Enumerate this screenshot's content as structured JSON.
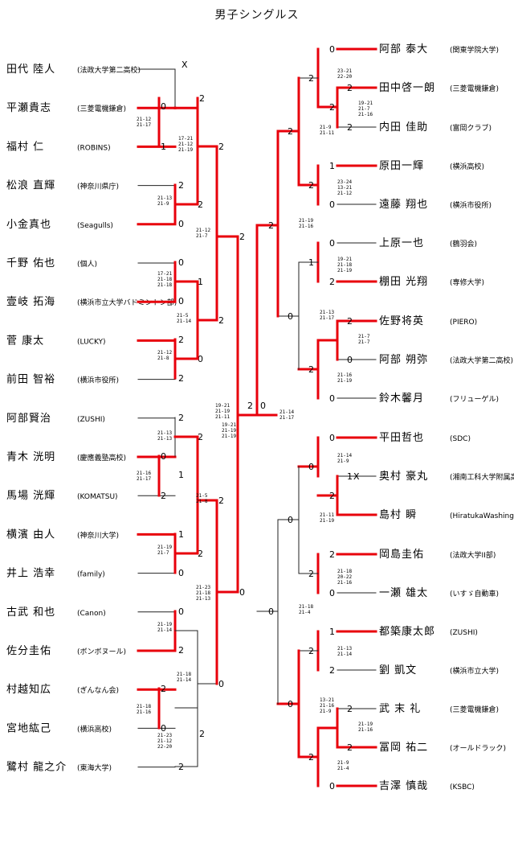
{
  "title": "男子シングルス",
  "left_players": [
    {
      "name": "田代 陸人",
      "aff": "(法政大学第二高校)"
    },
    {
      "name": "平瀬貴志",
      "aff": "(三菱電機鎌倉)"
    },
    {
      "name": "福村 仁",
      "aff": "(ROBINS)"
    },
    {
      "name": "松浪 直輝",
      "aff": "(神奈川県庁)"
    },
    {
      "name": "小金真也",
      "aff": "(Seagulls)"
    },
    {
      "name": "千野 佑也",
      "aff": "(個人)"
    },
    {
      "name": "壹岐 拓海",
      "aff": "(横浜市立大学バドミントン部)"
    },
    {
      "name": "菅 康太",
      "aff": "(LUCKY)"
    },
    {
      "name": "前田 智裕",
      "aff": "(横浜市役所)"
    },
    {
      "name": "阿部賢治",
      "aff": "(ZUSHI)"
    },
    {
      "name": "青木 洸明",
      "aff": "(慶應義塾高校)"
    },
    {
      "name": "馬場 洸輝",
      "aff": "(KOMATSU)"
    },
    {
      "name": "横濱 由人",
      "aff": "(神奈川大学)"
    },
    {
      "name": "井上 浩幸",
      "aff": "(family)"
    },
    {
      "name": "古武 和也",
      "aff": "(Canon)"
    },
    {
      "name": "佐分圭佑",
      "aff": "(ボンボヌール)"
    },
    {
      "name": "村越知広",
      "aff": "(ぎんなん会)"
    },
    {
      "name": "宮地紘己",
      "aff": "(横浜高校)"
    },
    {
      "name": "鷺村 龍之介",
      "aff": "(東海大学)"
    }
  ],
  "right_players": [
    {
      "name": "阿部 泰大",
      "aff": "(関東学院大学)"
    },
    {
      "name": "田中啓一朗",
      "aff": "(三菱電機鎌倉)"
    },
    {
      "name": "内田 佳助",
      "aff": "(富岡クラブ)"
    },
    {
      "name": "原田一輝",
      "aff": "(横浜高校)"
    },
    {
      "name": "遠藤 翔也",
      "aff": "(横浜市役所)"
    },
    {
      "name": "上原一也",
      "aff": "(鶴羽会)"
    },
    {
      "name": "棚田 光翔",
      "aff": "(専修大学)"
    },
    {
      "name": "佐野将英",
      "aff": "(PIERO)"
    },
    {
      "name": "阿部 朔弥",
      "aff": "(法政大学第二高校)"
    },
    {
      "name": "鈴木馨月",
      "aff": "(フリューゲル)"
    },
    {
      "name": "平田哲也",
      "aff": "(SDC)"
    },
    {
      "name": "奥村 豪丸",
      "aff": "(湘南工科大学附属高校)"
    },
    {
      "name": "島村 瞬",
      "aff": "(HiratukaWashington)"
    },
    {
      "name": "岡島圭佑",
      "aff": "(法政大学II部)"
    },
    {
      "name": "一瀬 雄太",
      "aff": "(いすゞ自動車)"
    },
    {
      "name": "都築康太郎",
      "aff": "(ZUSHI)"
    },
    {
      "name": "劉 凱文",
      "aff": "(横浜市立大学)"
    },
    {
      "name": "武 末 礼",
      "aff": "(三菱電機鎌倉)"
    },
    {
      "name": "冨岡 祐二",
      "aff": "(オールドラック)"
    },
    {
      "name": "吉澤 慎哉",
      "aff": "(KSBC)"
    }
  ],
  "scores": [
    "2",
    "0",
    "1",
    "2",
    "0",
    "2",
    "2",
    "2",
    "0",
    "1",
    "0",
    "2",
    "2",
    "0",
    "2",
    "2",
    "2",
    "0",
    "2",
    "1",
    "1",
    "2",
    "0",
    "2",
    "0",
    "2",
    "2",
    "0",
    "2",
    "0",
    "2",
    "0",
    "2",
    "0",
    "0",
    "2",
    "2",
    "2",
    "2",
    "1",
    "0",
    "2",
    "2",
    "0",
    "2",
    "1",
    "2",
    "0",
    "0",
    "2",
    "0",
    "2",
    "0",
    "1",
    "2",
    "0",
    "2",
    "0",
    "2",
    "0",
    "1",
    "2",
    "2",
    "2",
    "2",
    "0",
    "2",
    "0",
    "0",
    "2",
    "0",
    "2",
    "0",
    "2",
    "2",
    "2",
    "2",
    "1",
    "0",
    "1",
    "2"
  ],
  "game_scores": [
    "21-12\n21-17",
    "17-21\n21-12\n21-19",
    "21-13\n21-9",
    "21-12\n21-7",
    "17-21\n21-18\n21-18",
    "21-12\n21-8",
    "21-5\n21-14",
    "19-21\n21-19\n21-11",
    "21-13\n21-13",
    "21-16\n21-17",
    "21-19\n21-7",
    "21-5\n21-8",
    "21-19\n21-14",
    "21-18\n21-16",
    "21-23\n21-12\n22-20",
    "21-18\n21-14",
    "21-23\n21-18\n21-13",
    "19-21\n21-19\n21-19",
    "21-14\n21-17",
    "23-21\n22-20",
    "19-21\n21-7\n21-16",
    "23-24\n13-21\n21-12",
    "21-9\n21-11",
    "19-21\n21-18\n21-19",
    "21-7\n21-7",
    "21-16\n21-19",
    "21-13\n21-17",
    "21-19\n21-16",
    "21-14\n21-9",
    "21-18\n20-22\n21-16",
    "21-11\n21-19",
    "21-13\n21-14",
    "21-19\n21-16",
    "21-9\n21-4",
    "13-21\n21-16\n21-9",
    "21-18\n21-4"
  ],
  "walkover_mark": "X"
}
